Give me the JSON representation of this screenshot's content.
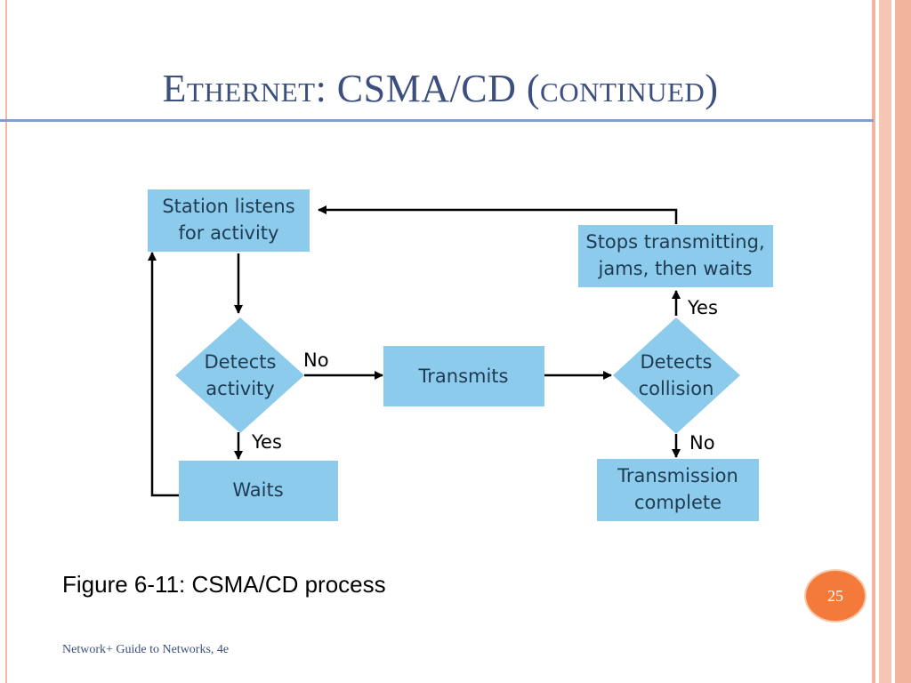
{
  "slide": {
    "title": "Ethernet: CSMA/CD (continued)",
    "caption": "Figure 6-11: CSMA/CD process",
    "page_number": "25",
    "footer": "Network+ Guide to Networks, 4e"
  },
  "diagram": {
    "nodes": {
      "listens": {
        "lines": [
          "Station listens",
          "for activity"
        ]
      },
      "detects_activity": {
        "lines": [
          "Detects",
          "activity"
        ]
      },
      "transmits": {
        "lines": [
          "Transmits"
        ]
      },
      "detects_collision": {
        "lines": [
          "Detects",
          "collision"
        ]
      },
      "stops": {
        "lines": [
          "Stops transmitting,",
          "jams, then waits"
        ]
      },
      "waits": {
        "lines": [
          "Waits"
        ]
      },
      "complete": {
        "lines": [
          "Transmission",
          "complete"
        ]
      }
    },
    "edge_labels": {
      "activity_no": "No",
      "activity_yes": "Yes",
      "collision_yes": "Yes",
      "collision_no": "No"
    }
  },
  "colors": {
    "node_fill": "#8ccbec",
    "node_text": "#1f3b52",
    "arrow": "#000000",
    "title": "#3c4f7e",
    "rule": "#7f9fd3",
    "badge": "#f47a3c"
  }
}
